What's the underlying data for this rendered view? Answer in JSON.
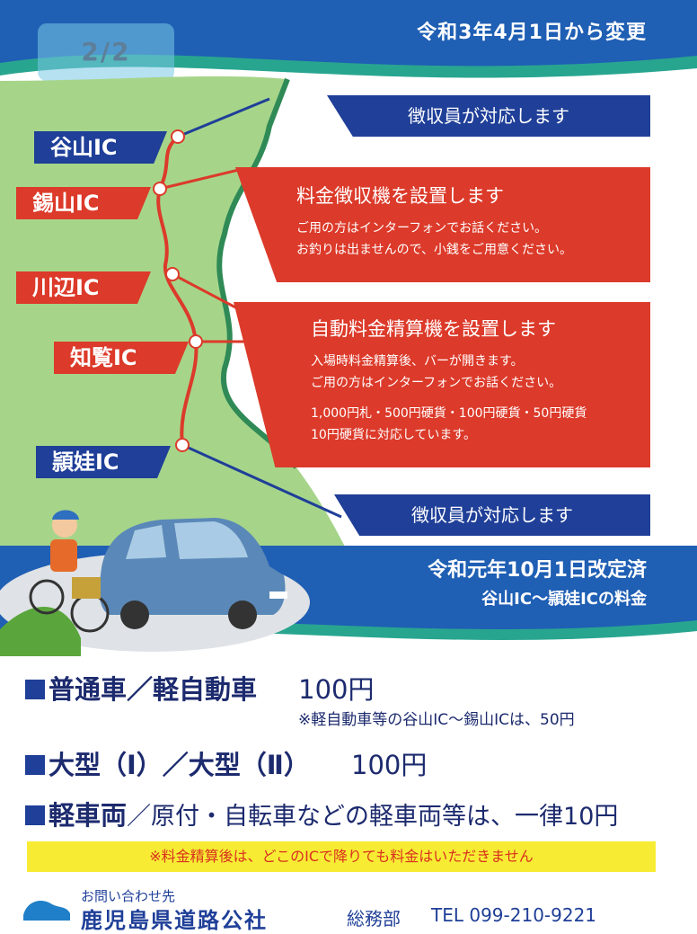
{
  "header": {
    "page_badge": "2/2",
    "title": "令和3年4月1日から変更"
  },
  "interchanges": [
    {
      "name": "谷山IC",
      "color": "#1f3f98"
    },
    {
      "name": "錫山IC",
      "color": "#dc3a2a"
    },
    {
      "name": "川辺IC",
      "color": "#dc3a2a"
    },
    {
      "name": "知覧IC",
      "color": "#dc3a2a"
    },
    {
      "name": "頴娃IC",
      "color": "#1f3f98"
    }
  ],
  "callouts": {
    "taniyama": "徴収員が対応します",
    "suzuyama": {
      "heading": "料金徴収機を設置します",
      "lines": [
        "ご用の方はインターフォンでお話ください。",
        "お釣りは出ませんので、小銭をご用意ください。"
      ]
    },
    "kawanabe_chiran": {
      "heading": "自動料金精算機を設置します",
      "lines": [
        "入場時料金精算後、バーが開きます。",
        "ご用の方はインターフォンでお話ください。",
        "1,000円札・500円硬貨・100円硬貨・50円硬貨",
        "10円硬貨に対応しています。"
      ]
    },
    "ei": "徴収員が対応します"
  },
  "revised": {
    "title": "令和元年10月1日改定済",
    "subtitle": "谷山IC～頴娃ICの料金"
  },
  "fees": {
    "row1": {
      "label": "普通車／軽自動車",
      "price": "100円"
    },
    "note1": "※軽自動車等の谷山IC～錫山ICは、50円",
    "row2": {
      "label": "大型（Ⅰ）／大型（Ⅱ）",
      "price": "100円"
    },
    "row3": {
      "label": "軽車両",
      "detail": "／原付・自転車などの軽車両等は、一律10円"
    }
  },
  "notice": "※料金精算後は、どこのICで降りても料金はいただきません",
  "contact": {
    "label": "お問い合わせ先",
    "org": "鹿児島県道路公社",
    "dept": "総務部",
    "tel": "TEL 099-210-9221"
  },
  "colors": {
    "navy": "#1f3f98",
    "red": "#dc3a2a",
    "band_blue": "#1f5fb4",
    "map_green": "#a6d58a",
    "yellow": "#f7ec33"
  }
}
